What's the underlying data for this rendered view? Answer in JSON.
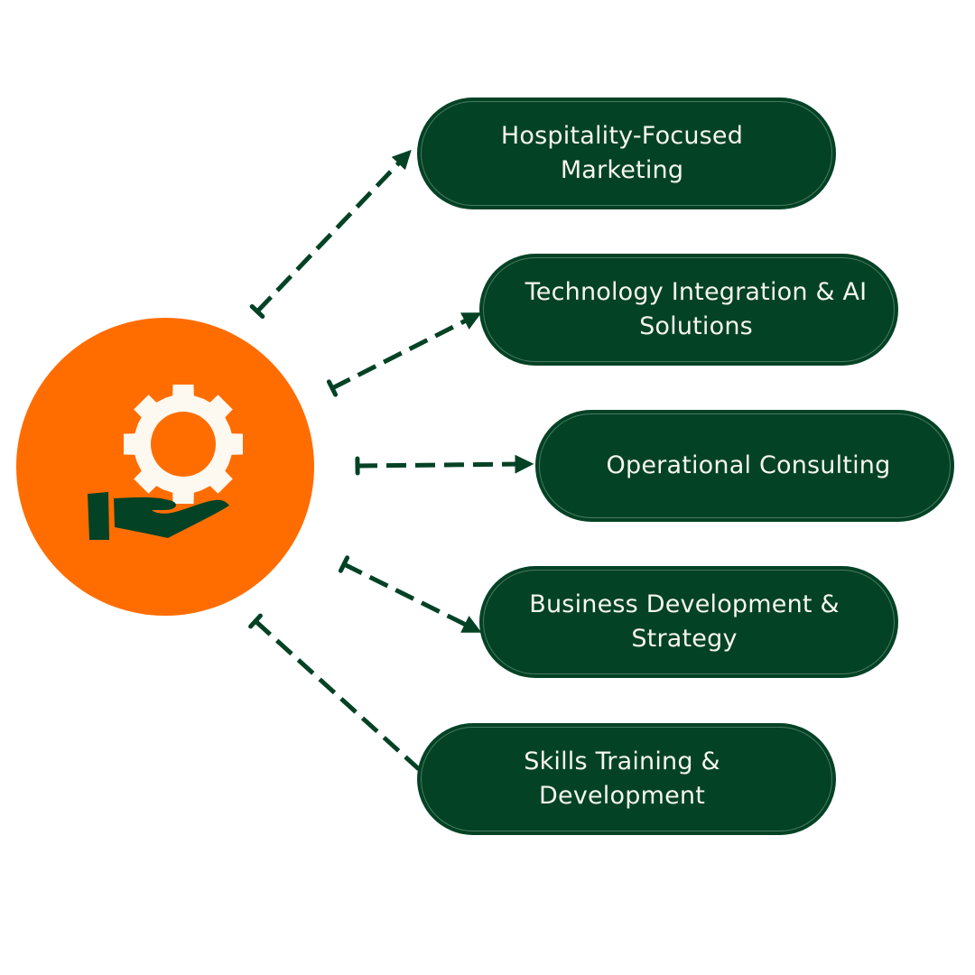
{
  "diagram": {
    "type": "hub-and-spoke",
    "colors": {
      "hub_fill": "#ff6d00",
      "node_fill": "#034225",
      "node_text": "#f6f6ef",
      "connector": "#034225",
      "gear_icon": "#fdf8f0",
      "hand_icon": "#034225"
    },
    "hub": {
      "icon": "gear-on-hand-icon",
      "label": ""
    },
    "nodes": [
      {
        "label": "Hospitality-Focused Marketing",
        "connector": "dashed-arrow"
      },
      {
        "label": "Technology Integration & AI Solutions",
        "connector": "dashed-arrow"
      },
      {
        "label": "Operational Consulting",
        "connector": "dashed-arrow"
      },
      {
        "label": "Business Development & Strategy",
        "connector": "dashed-arrow"
      },
      {
        "label": "Skills Training & Development",
        "connector": "dashed-line"
      }
    ]
  }
}
